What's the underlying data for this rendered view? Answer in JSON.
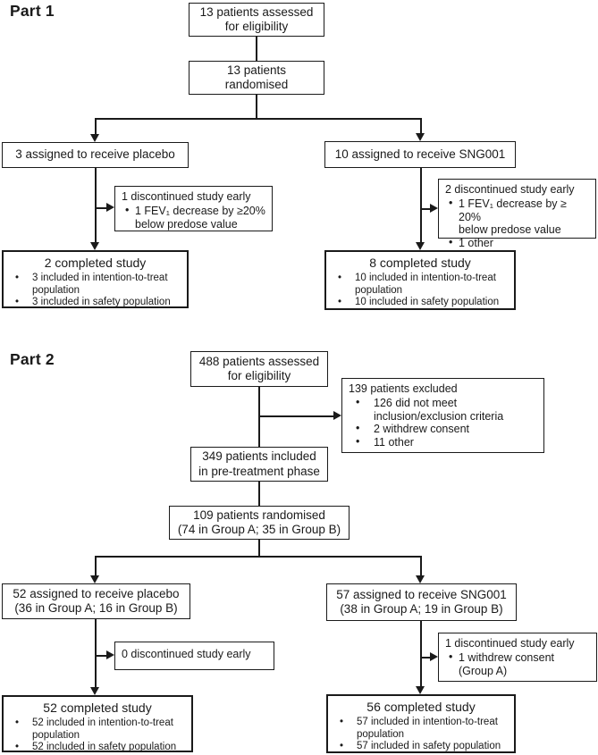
{
  "colors": {
    "ink": "#1a1a1a",
    "background": "#ffffff"
  },
  "part1": {
    "label": "Part 1",
    "eligibility": "13 patients assessed\nfor eligibility",
    "randomised": "13 patients\nrandomised",
    "placebo_assigned": "3 assigned to receive placebo",
    "placebo_discontinued": {
      "title": "1 discontinued study early",
      "bullets": [
        "1 FEV₁ decrease by ≥20%\nbelow predose value"
      ]
    },
    "placebo_completed": {
      "title": "2 completed study",
      "bullets": [
        "3 included in intention-to-treat\npopulation",
        "3 included in safety population"
      ]
    },
    "sng_assigned": "10 assigned to receive SNG001",
    "sng_discontinued": {
      "title": "2 discontinued study early",
      "bullets": [
        "1 FEV₁ decrease by ≥ 20%\nbelow predose value",
        "1 other"
      ]
    },
    "sng_completed": {
      "title": "8 completed study",
      "bullets": [
        "10 included in intention-to-treat\npopulation",
        "10 included in safety population"
      ]
    }
  },
  "part2": {
    "label": "Part 2",
    "eligibility": "488 patients assessed\nfor eligibility",
    "excluded": {
      "title": "139 patients excluded",
      "bullets": [
        "126 did not meet\ninclusion/exclusion criteria",
        "2 withdrew consent",
        "11 other"
      ]
    },
    "pretreatment": "349 patients included\nin pre-treatment phase",
    "randomised": "109 patients randomised\n(74 in Group A; 35 in Group B)",
    "placebo_assigned": "52 assigned to receive placebo\n(36 in Group A; 16 in Group B)",
    "placebo_discontinued": {
      "title": "0 discontinued study early"
    },
    "placebo_completed": {
      "title": "52 completed study",
      "bullets": [
        "52 included in intention-to-treat\npopulation",
        "52 included in safety population"
      ]
    },
    "sng_assigned": "57 assigned to receive SNG001\n(38 in Group A; 19 in Group B)",
    "sng_discontinued": {
      "title": "1 discontinued study early",
      "bullets": [
        "1 withdrew consent\n(Group A)"
      ]
    },
    "sng_completed": {
      "title": "56 completed study",
      "bullets": [
        "57 included in intention-to-treat\npopulation",
        "57 included in safety population"
      ]
    }
  }
}
